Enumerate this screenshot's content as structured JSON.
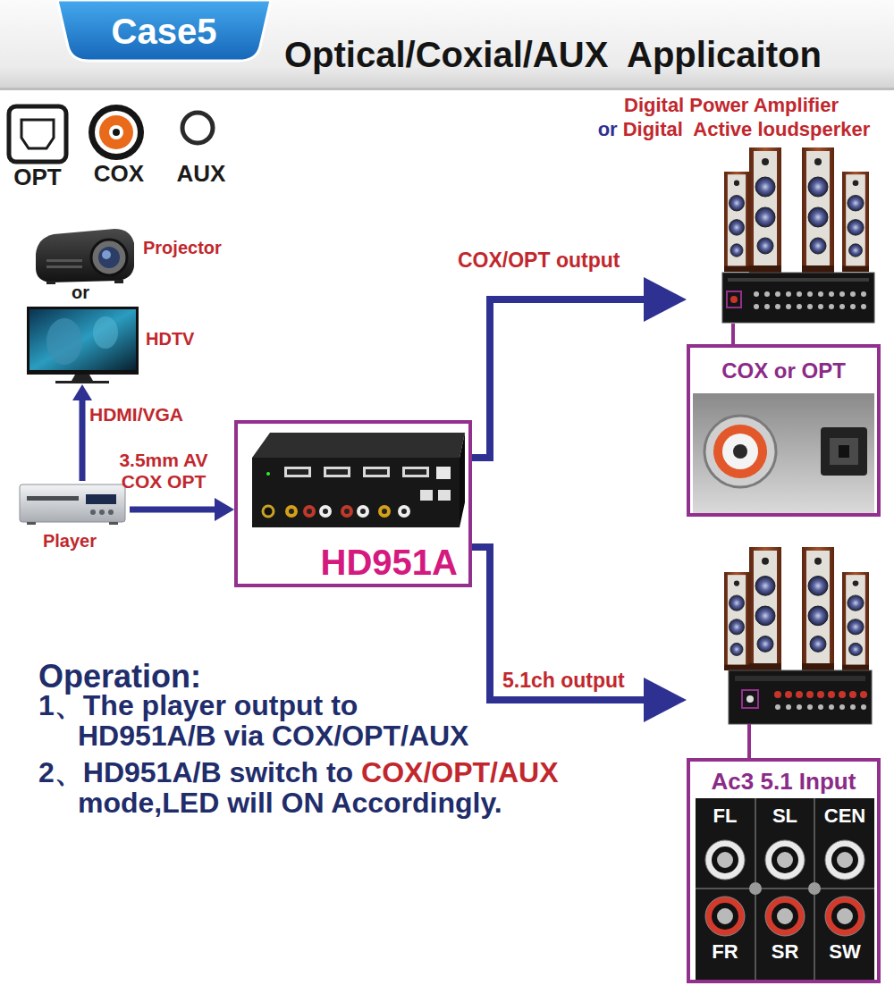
{
  "diagram": {
    "title": "Optical/Coxial/AUX  Applicaiton",
    "nodes": [
      {
        "text": [
          "Case5"
        ]
      },
      {
        "text": [
          "Projector"
        ]
      },
      {
        "text": [
          "HDTV"
        ]
      },
      {
        "text": [
          "Player"
        ]
      },
      {
        "text": [
          "HD951A"
        ]
      },
      {
        "text": [
          "Digital Power Amplifier",
          "or",
          "Digital  Active loudsperker"
        ]
      },
      {
        "text": [
          "COX or OPT"
        ]
      },
      {
        "text": []
      },
      {
        "text": [
          "Ac3 5.1 Input"
        ]
      }
    ],
    "edges": [
      {
        "from": 3,
        "to": 2,
        "arrow": "to",
        "label": "HDMI/VGA"
      },
      {
        "from": 3,
        "to": 4,
        "arrow": "to",
        "label": "3.5mm AV COX OPT"
      },
      {
        "from": 4,
        "to": 5,
        "arrow": "to",
        "label": "COX/OPT output"
      },
      {
        "from": 4,
        "to": 7,
        "arrow": "to",
        "label": "5.1ch output"
      },
      {
        "from": 5,
        "to": 6,
        "arrow": "none"
      },
      {
        "from": 7,
        "to": 8,
        "arrow": "none"
      }
    ],
    "labels": [
      "OPT",
      "COX",
      "AUX",
      "or",
      "Operation:",
      "1、The player output to HD951A/B via COX/OPT/AUX",
      "2、HD951A/B switch to",
      "COX/OPT/AUX",
      "mode,LED will ON Accordingly.",
      "FL",
      "SL",
      "CEN",
      "FR",
      "SR",
      "SW"
    ]
  }
}
